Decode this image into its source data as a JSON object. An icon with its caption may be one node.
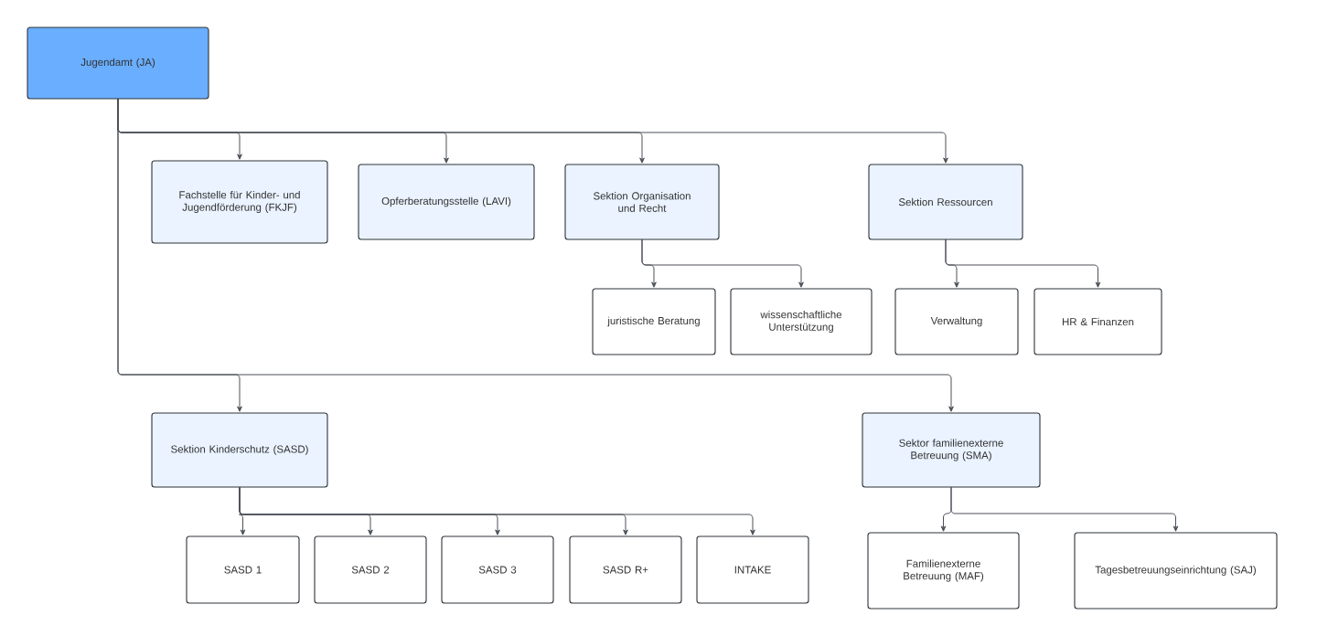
{
  "diagram": {
    "nodes": [
      {
        "text": [
          "Jugendamt (JA)"
        ]
      },
      {
        "text": [
          "Fachstelle für Kinder- und Jugendförderung (FKJF)"
        ]
      },
      {
        "text": [
          "Opferberatungsstelle (LAVI)"
        ]
      },
      {
        "text": [
          "Sektion Organisation und Recht"
        ]
      },
      {
        "text": [
          "Sektion Ressourcen"
        ]
      },
      {
        "text": [
          "juristische Beratung"
        ]
      },
      {
        "text": [
          "wissenschaftliche Unterstützung"
        ]
      },
      {
        "text": [
          "Verwaltung"
        ]
      },
      {
        "text": [
          "HR & Finanzen"
        ]
      },
      {
        "text": [
          "Sektion Kinderschutz (SASD)"
        ]
      },
      {
        "text": [
          "Sektor familienexterne Betreuung (SMA)"
        ]
      },
      {
        "text": [
          "SASD 1"
        ]
      },
      {
        "text": [
          "SASD 2"
        ]
      },
      {
        "text": [
          "SASD 3"
        ]
      },
      {
        "text": [
          "SASD R+"
        ]
      },
      {
        "text": [
          "INTAKE"
        ]
      },
      {
        "text": [
          "Familienexterne Betreuung (MAF)"
        ]
      },
      {
        "text": [
          "Tagesbetreuungseinrichtung (SAJ)"
        ]
      }
    ],
    "edges": [
      {
        "from": 0,
        "to": 1,
        "arrow": "to"
      },
      {
        "from": 0,
        "to": 2,
        "arrow": "to"
      },
      {
        "from": 0,
        "to": 3,
        "arrow": "to"
      },
      {
        "from": 0,
        "to": 4,
        "arrow": "to"
      },
      {
        "from": 3,
        "to": 5,
        "arrow": "to"
      },
      {
        "from": 3,
        "to": 6,
        "arrow": "to"
      },
      {
        "from": 4,
        "to": 7,
        "arrow": "to"
      },
      {
        "from": 4,
        "to": 8,
        "arrow": "to"
      },
      {
        "from": 0,
        "to": 9,
        "arrow": "to"
      },
      {
        "from": 0,
        "to": 10,
        "arrow": "to"
      },
      {
        "from": 9,
        "to": 11,
        "arrow": "to"
      },
      {
        "from": 9,
        "to": 12,
        "arrow": "to"
      },
      {
        "from": 9,
        "to": 13,
        "arrow": "to"
      },
      {
        "from": 9,
        "to": 14,
        "arrow": "to"
      },
      {
        "from": 9,
        "to": 15,
        "arrow": "to"
      },
      {
        "from": 10,
        "to": 16,
        "arrow": "to"
      },
      {
        "from": 10,
        "to": 17,
        "arrow": "to"
      }
    ]
  }
}
